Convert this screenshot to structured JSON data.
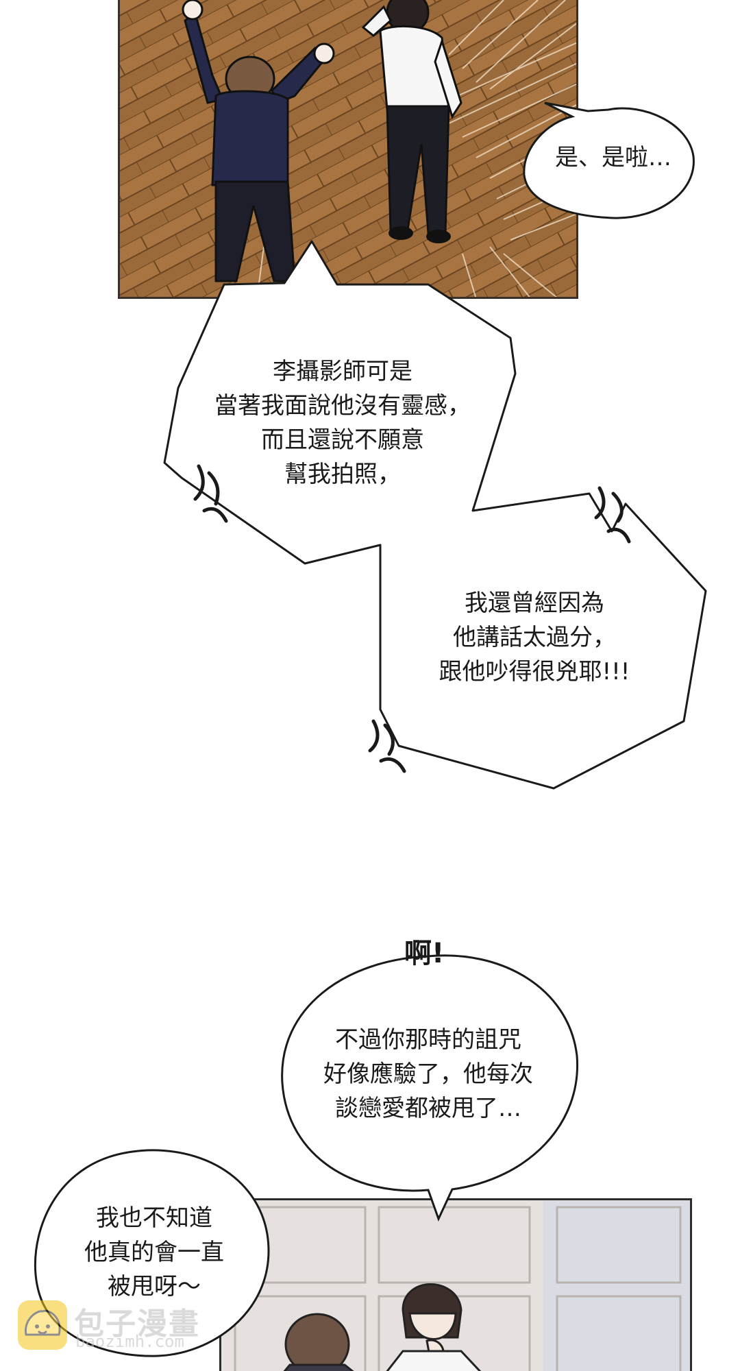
{
  "panels": {
    "top": {
      "description": ""
    },
    "bottom": {
      "description": ""
    }
  },
  "bubbles": {
    "b1": {
      "lines": [
        "是、是啦…"
      ]
    },
    "b2": {
      "lines": [
        "李攝影師可是",
        "當著我面說他沒有靈感，",
        "而且還說不願意",
        "幫我拍照，"
      ]
    },
    "b3": {
      "lines": [
        "我還曾經因為",
        "他講話太過分，",
        "跟他吵得很兇耶!!!"
      ]
    },
    "sfx": "啊!",
    "b4": {
      "lines": [
        "不過你那時的詛咒",
        "好像應驗了，他每次",
        "談戀愛都被甩了…"
      ]
    },
    "b5": {
      "lines": [
        "我也不知道",
        "他真的會一直",
        "被甩呀～"
      ]
    }
  },
  "watermark": {
    "title": "包子漫畫",
    "url": "baozimh.com"
  },
  "colors": {
    "floor_wood": "#9a6a3a",
    "floor_line": "#6b4520",
    "panel_border": "#3a2f2a",
    "wall": "#e6e1de",
    "accent_logo": "#f5c518"
  }
}
